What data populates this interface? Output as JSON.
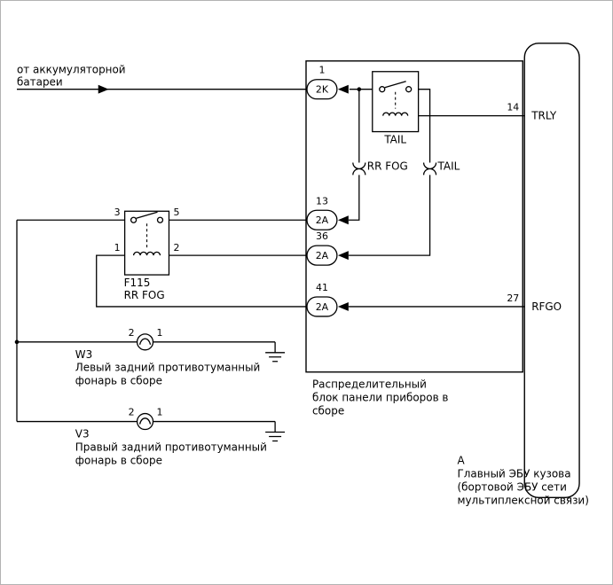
{
  "colors": {
    "line": "#000000",
    "background": "#ffffff",
    "frame": "#b3b3b3"
  },
  "battery_feed": {
    "label": [
      "от аккумуляторной",
      "батареи"
    ]
  },
  "junction_block": {
    "caption": [
      "Распределительный",
      "блок панели приборов в",
      "сборе"
    ],
    "pins": [
      {
        "number": "1",
        "code": "2K"
      },
      {
        "number": "13",
        "code": "2A"
      },
      {
        "number": "36",
        "code": "2A"
      },
      {
        "number": "41",
        "code": "2A"
      }
    ],
    "internal_relay": {
      "label": "TAIL"
    },
    "inline_connectors": [
      {
        "label": "RR FOG"
      },
      {
        "label": "TAIL"
      }
    ]
  },
  "ecu": {
    "pins": [
      {
        "number": "14",
        "name": "TRLY"
      },
      {
        "number": "27",
        "name": "RFGO"
      }
    ],
    "caption": [
      "А",
      "Главный ЭБУ кузова",
      "(бортовой ЭБУ сети",
      "мультиплексной связи)"
    ]
  },
  "fog_relay": {
    "pins": {
      "top_left": "3",
      "top_right": "5",
      "bottom_left": "1",
      "bottom_right": "2"
    },
    "name": [
      "F115",
      "RR FOG"
    ]
  },
  "lamps": [
    {
      "id": "W3",
      "pin_left": "2",
      "pin_right": "1",
      "desc": [
        "Левый задний противотуманный",
        "фонарь в сборе"
      ]
    },
    {
      "id": "V3",
      "pin_left": "2",
      "pin_right": "1",
      "desc": [
        "Правый задний противотуманный",
        "фонарь в сборе"
      ]
    }
  ]
}
